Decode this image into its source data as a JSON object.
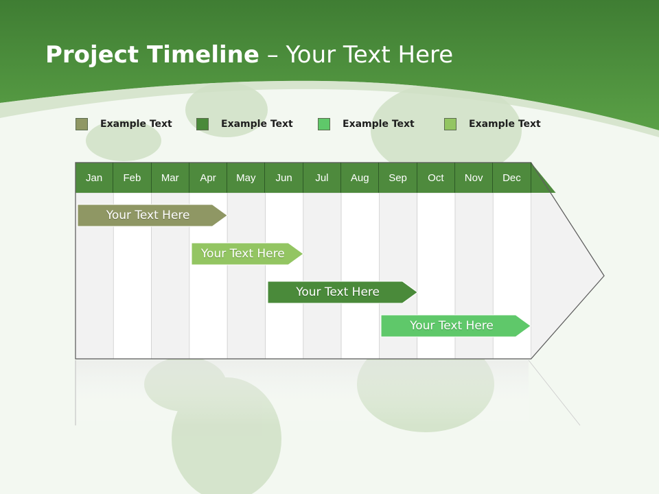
{
  "title": {
    "bold": "Project Timeline",
    "rest": " – Your Text Here"
  },
  "legend": [
    {
      "label": "Example Text",
      "color": "#8f9764"
    },
    {
      "label": "Example Text",
      "color": "#4a8a3a"
    },
    {
      "label": "Example Text",
      "color": "#5fc86a"
    },
    {
      "label": "Example Text",
      "color": "#93c562"
    }
  ],
  "months": [
    "Jan",
    "Feb",
    "Mar",
    "Apr",
    "May",
    "Jun",
    "Jul",
    "Aug",
    "Sep",
    "Oct",
    "Nov",
    "Dec"
  ],
  "tasks": [
    {
      "label": "Your  Text Here",
      "start_month": "Jan",
      "end_month": "Apr",
      "color": "#8f9764"
    },
    {
      "label": "Your  Text Here",
      "start_month": "Apr",
      "end_month": "Jun",
      "color": "#93c562"
    },
    {
      "label": "Your  Text Here",
      "start_month": "Jun",
      "end_month": "Sep",
      "color": "#4a8a3a"
    },
    {
      "label": "Your  Text Here",
      "start_month": "Sep",
      "end_month": "Dec",
      "color": "#5fc86a"
    }
  ],
  "colors": {
    "header_green": "#4b8a3b",
    "month_bar": "#4e8a3d",
    "band_light": "#f2f2f2"
  }
}
